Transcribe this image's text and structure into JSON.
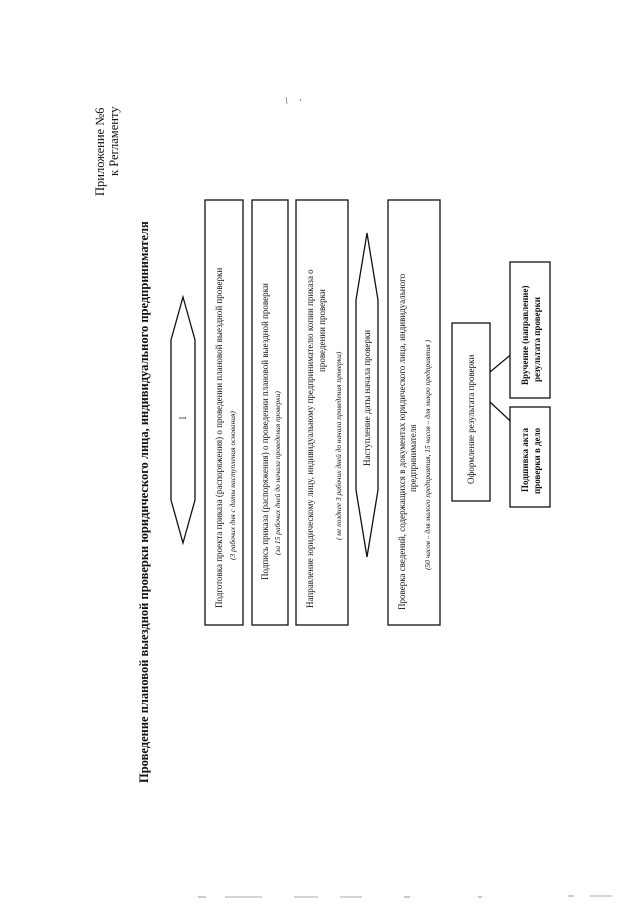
{
  "appendix": {
    "line1": "Приложение №6",
    "line2": "к Регламенту"
  },
  "title": "Проведение плановой выездной проверки юридического лица, индивидуального предпринимателя",
  "steps": [
    {
      "text": "Подготовка проекта приказа (распоряжения) о проведении плановой выездной проверки",
      "note": "(3 рабочих дня с даты наступления основания)"
    },
    {
      "text": "Подпись приказа (распоряжения) о проведении плановой выездной проверки",
      "note": "(за 15 рабочих дней до начала проведения проверки)"
    },
    {
      "text_line1": "Направление юридическому лицу, индивидуальному предпринимателю копии приказа о",
      "text_line2": "проведении проверки",
      "note": "( не позднее 3 рабочих дней до начала проведения проверки)"
    },
    {
      "text": "Наступление даты начала проверки"
    },
    {
      "text_line1": "Проверка сведений, содержащихся в документах юридического лица, индивидуального",
      "text_line2": "предпринимателя",
      "note": "(50 часов – для малого предприятия, 15 часов – для микро предприятия )"
    },
    {
      "text": "Оформление результата проверки"
    }
  ],
  "outcomes": [
    {
      "line1": "Подшивка акта",
      "line2": "проверки в дело"
    },
    {
      "line1": "Вручение (направление)",
      "line2": "результата проверки"
    }
  ],
  "pointer_label": "I"
}
